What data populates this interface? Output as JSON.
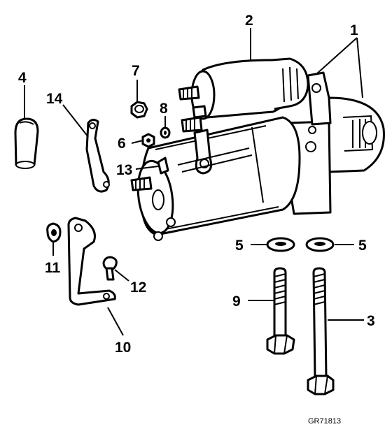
{
  "callouts": {
    "c1": "1",
    "c2": "2",
    "c3": "3",
    "c4": "4",
    "c5a": "5",
    "c5b": "5",
    "c6": "6",
    "c7": "7",
    "c8": "8",
    "c9": "9",
    "c10": "10",
    "c11": "11",
    "c12": "12",
    "c13": "13",
    "c14": "14"
  },
  "figure_code": "GR71813"
}
